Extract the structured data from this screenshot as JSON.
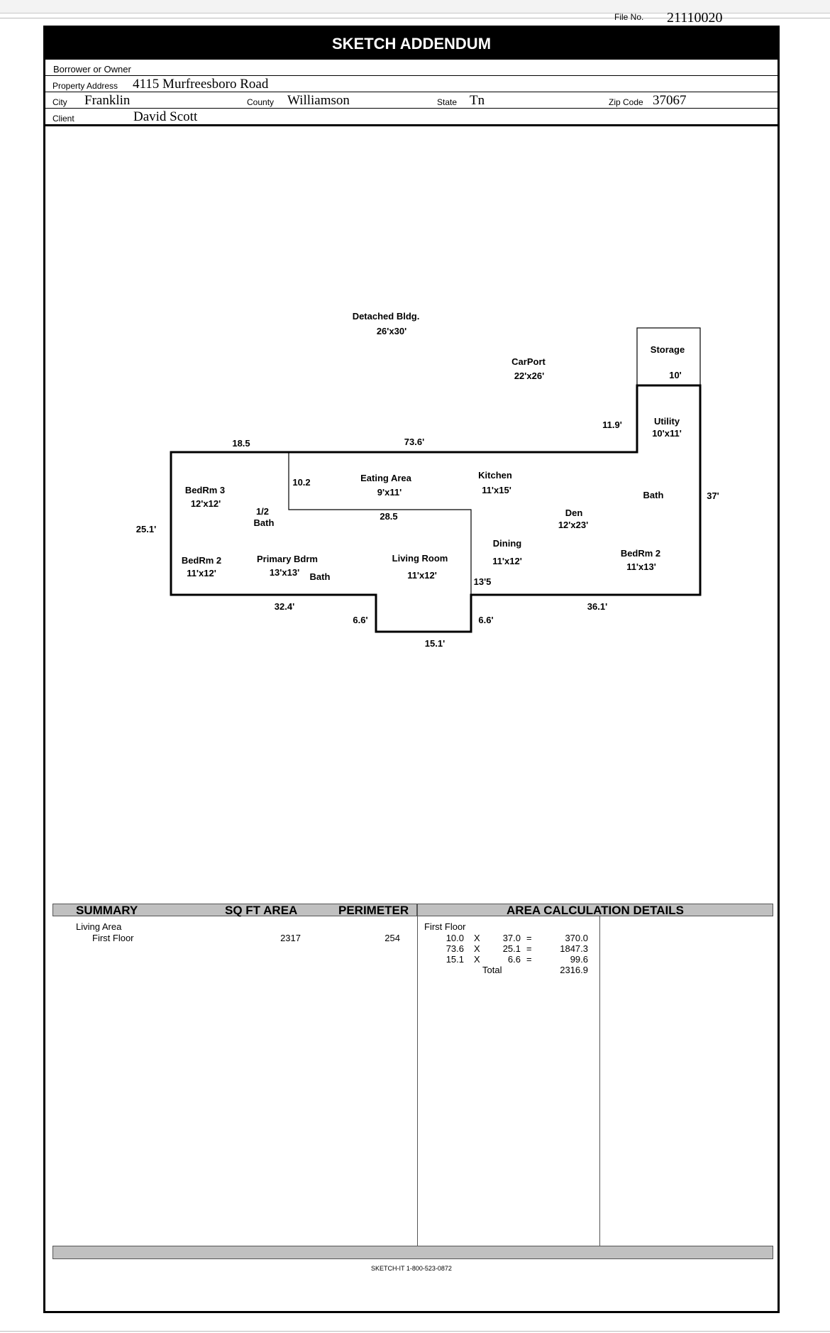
{
  "file": {
    "label": "File No.",
    "value": "21110020"
  },
  "title": "SKETCH ADDENDUM",
  "borrower": {
    "label": "Borrower or Owner",
    "value": ""
  },
  "property": {
    "label": "Property Address",
    "value": "4115 Murfreesboro Road"
  },
  "city": {
    "label": "City",
    "value": "Franklin"
  },
  "county": {
    "label": "County",
    "value": "Williamson"
  },
  "state": {
    "label": "State",
    "value": "Tn"
  },
  "zip": {
    "label": "Zip Code",
    "value": "37067"
  },
  "client": {
    "label": "Client",
    "value": "David Scott"
  },
  "sketch": {
    "detached": {
      "name": "Detached Bldg.",
      "size": "26'x30'"
    },
    "carport": {
      "name": "CarPort",
      "size": "22'x26'"
    },
    "storage": {
      "name": "Storage",
      "dim": "10'"
    },
    "utility": {
      "name": "Utility",
      "size": "10'x11'"
    },
    "kitchen": {
      "name": "Kitchen",
      "size": "11'x15'"
    },
    "eating": {
      "name": "Eating Area",
      "size": "9'x11'"
    },
    "bedrm3": {
      "name": "BedRm 3",
      "size": "12'x12'"
    },
    "half_bath": {
      "line1": "1/2",
      "line2": "Bath"
    },
    "bedrm2_left": {
      "name": "BedRm 2",
      "size": "11'x12'"
    },
    "primary": {
      "name": "Primary Bdrm",
      "size": "13'x13'"
    },
    "bath_primary": "Bath",
    "living": {
      "name": "Living Room",
      "size": "11'x12'"
    },
    "dining": {
      "name": "Dining",
      "size": "11'x12'"
    },
    "den": {
      "name": "Den",
      "size": "12'x23'"
    },
    "bath_right": "Bath",
    "bedrm2_right": {
      "name": "BedRm 2",
      "size": "11'x13'"
    },
    "dims": {
      "d_18_5": "18.5",
      "d_73_6": "73.6'",
      "d_11_9": "11.9'",
      "d_37": "37'",
      "d_25_1": "25.1'",
      "d_10_2": "10.2",
      "d_28_5": "28.5",
      "d_13_5": "13'5",
      "d_32_4": "32.4'",
      "d_6_6_left": "6.6'",
      "d_6_6_right": "6.6'",
      "d_15_1": "15.1'",
      "d_36_1": "36.1'"
    }
  },
  "summary": {
    "headers": {
      "summary": "SUMMARY",
      "sqft": "SQ FT AREA",
      "perimeter": "PERIMETER",
      "details": "AREA CALCULATION DETAILS"
    },
    "living_area": "Living Area",
    "first_floor": {
      "label": "First Floor",
      "sqft": "2317",
      "perimeter": "254"
    },
    "details_title": "First Floor",
    "calcs": [
      {
        "a": "10.0",
        "x": "X",
        "b": "37.0",
        "eq": "=",
        "r": "370.0"
      },
      {
        "a": "73.6",
        "x": "X",
        "b": "25.1",
        "eq": "=",
        "r": "1847.3"
      },
      {
        "a": "15.1",
        "x": "X",
        "b": "6.6",
        "eq": "=",
        "r": "99.6"
      }
    ],
    "total_label": "Total",
    "total_value": "2316.9"
  },
  "footer": "SKETCH-IT 1-800-523-0872"
}
